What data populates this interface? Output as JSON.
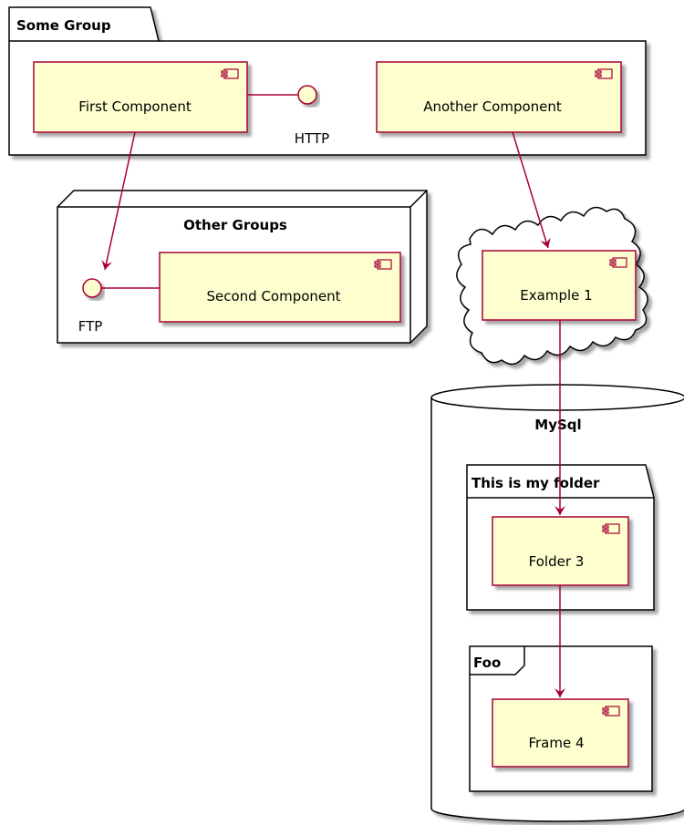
{
  "groups": {
    "some_group": "Some Group",
    "other_groups": "Other Groups",
    "mysql": "MySql",
    "my_folder": "This is my folder",
    "foo": "Foo"
  },
  "components": {
    "first": "First Component",
    "another": "Another Component",
    "second": "Second Component",
    "example1": "Example 1",
    "folder3": "Folder 3",
    "frame4": "Frame 4"
  },
  "interfaces": {
    "http": "HTTP",
    "ftp": "FTP"
  },
  "colors": {
    "component_fill": "#fefece",
    "component_border": "#a80036",
    "arrow": "#a80036",
    "container_border": "#000000",
    "container_fill": "#ffffff",
    "shadow": "#bbbbbb"
  }
}
